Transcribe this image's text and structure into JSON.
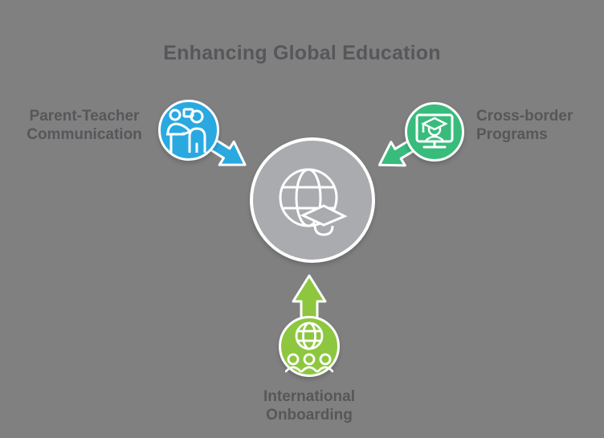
{
  "title": "Enhancing Global Education",
  "center_node": {
    "icon": "globe-graduation-cap-icon",
    "fill": "#A9ABAE"
  },
  "nodes": [
    {
      "id": "parent-teacher-communication",
      "lines": [
        "Parent-Teacher",
        "Communication"
      ],
      "color": "#29A9E0",
      "icon": "teacher-parent-meeting-icon",
      "position": "left",
      "arrow_direction": "down-right"
    },
    {
      "id": "cross-border-programs",
      "lines": [
        "Cross-border",
        "Programs"
      ],
      "color": "#38BC7C",
      "icon": "online-graduate-monitor-icon",
      "position": "right",
      "arrow_direction": "down-left"
    },
    {
      "id": "international-onboarding",
      "lines": [
        "International",
        "Onboarding"
      ],
      "color": "#8DC63F",
      "icon": "globe-people-icon",
      "position": "bottom",
      "arrow_direction": "up"
    }
  ],
  "colors": {
    "background": "#808080",
    "text": "#56575A",
    "center_circle_fill": "#A9ABAE",
    "outline": "#FFFFFF",
    "blue": "#29A9E0",
    "green": "#38BC7C",
    "lime": "#8DC63F"
  }
}
